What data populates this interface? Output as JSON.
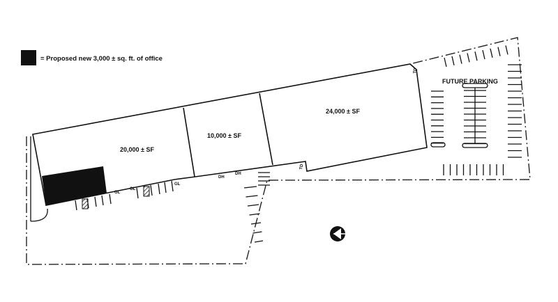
{
  "legend": {
    "text": "= Proposed new 3,000 ± sq. ft. of office",
    "swatch_color": "#111111"
  },
  "areas": {
    "building_a": "20,000 ± SF",
    "building_b": "10,000 ± SF",
    "building_c": "24,000 ± SF",
    "future_parking": "FUTURE PARKING"
  },
  "door_labels": {
    "gl": "GL",
    "dh": "DH",
    "td": "TD"
  },
  "icons": {
    "north_arrow": "north-arrow-icon"
  }
}
